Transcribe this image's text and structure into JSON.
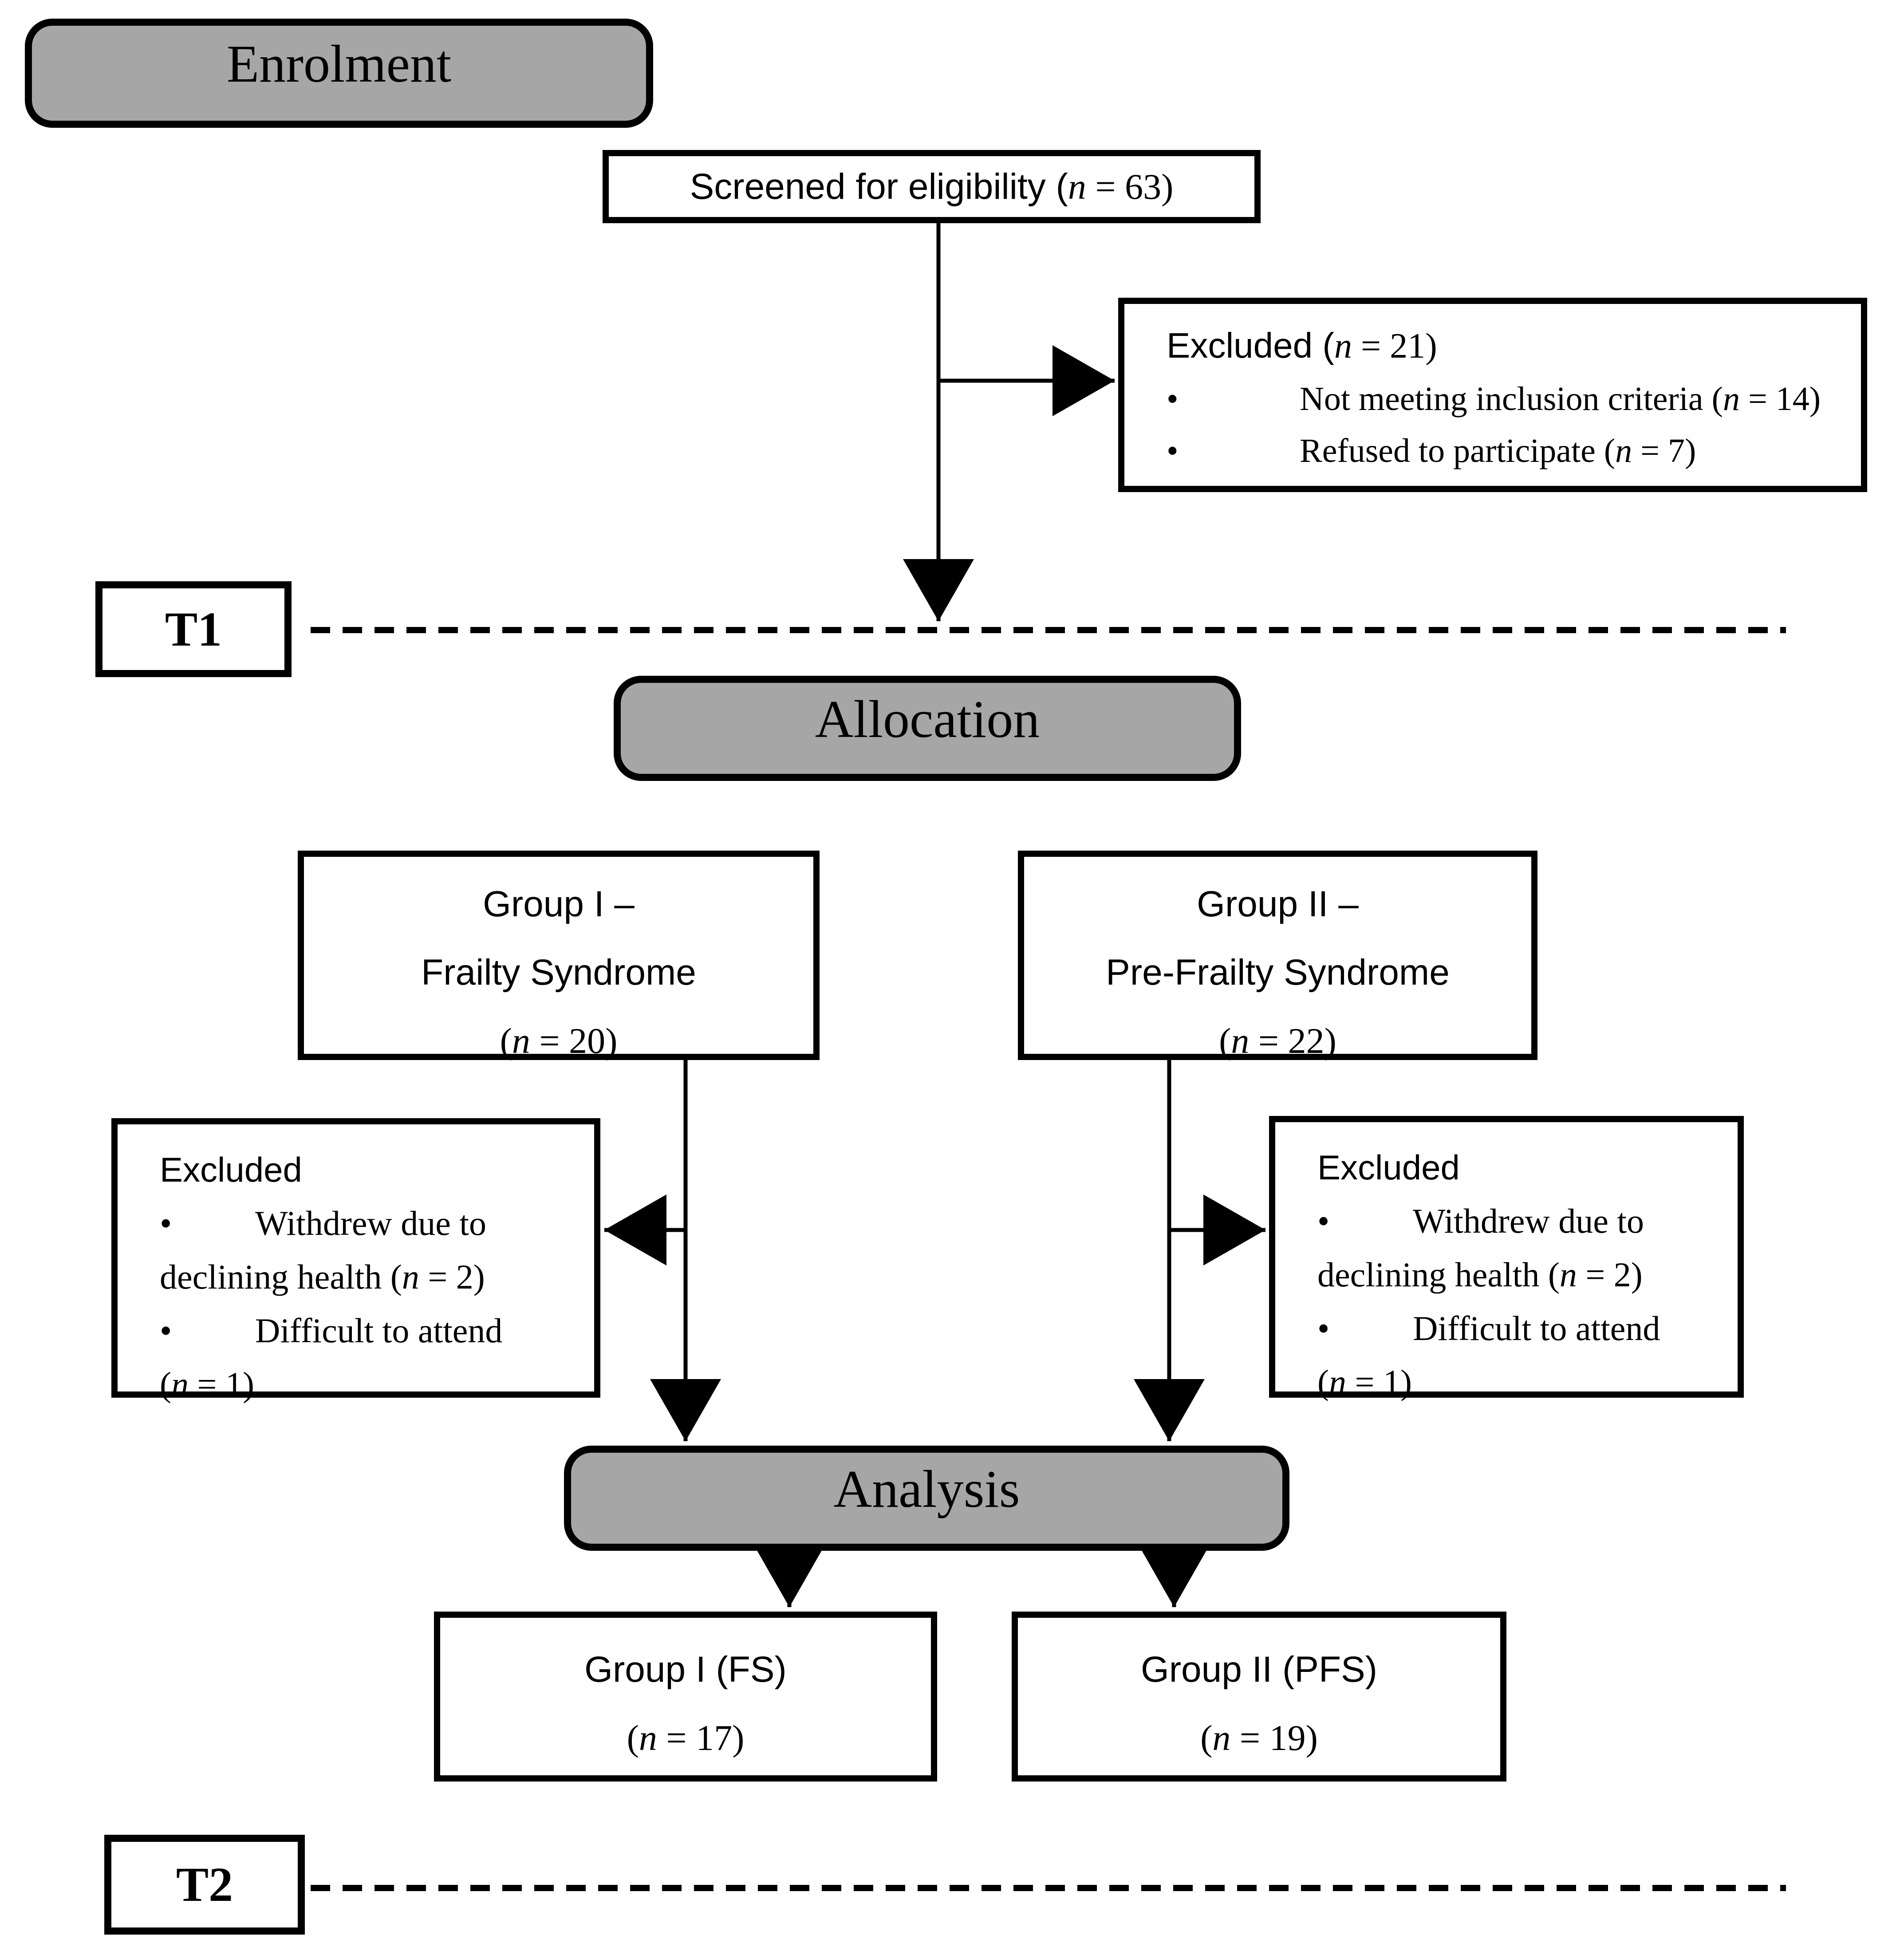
{
  "stages": {
    "enrolment": "Enrolment",
    "allocation": "Allocation",
    "analysis": "Analysis"
  },
  "timepoints": {
    "t1": "T1",
    "t2": "T2"
  },
  "bullet_glyph": "•",
  "screened": {
    "pre": "Screened for eligibility (",
    "n": "n",
    "post": " = 63)"
  },
  "excluded_top": {
    "title": {
      "pre": "Excluded (",
      "n": "n",
      "post": " = 21)"
    },
    "bullets": [
      {
        "pre": "Not meeting inclusion criteria (",
        "n": "n",
        "post": " = 14)"
      },
      {
        "pre": "Refused to participate (",
        "n": "n",
        "post": " = 7)"
      }
    ]
  },
  "group1": {
    "line1": "Group I –",
    "line2": "Frailty Syndrome",
    "count": {
      "pre": "(",
      "n": "n",
      "post": " = 20)"
    }
  },
  "group2": {
    "line1": "Group II –",
    "line2": "Pre-Frailty Syndrome",
    "count": {
      "pre": "(",
      "n": "n",
      "post": " = 22)"
    }
  },
  "excluded_left": {
    "title": "Excluded",
    "lines": [
      {
        "bullet": true,
        "pre": "Withdrew due to",
        "n": "",
        "post": ""
      },
      {
        "bullet": false,
        "pre": "declining health (",
        "n": "n",
        "post": " = 2)"
      },
      {
        "bullet": true,
        "pre": "Difficult to attend",
        "n": "",
        "post": ""
      },
      {
        "bullet": false,
        "pre": "(",
        "n": "n",
        "post": " = 1)"
      }
    ]
  },
  "excluded_right": {
    "title": "Excluded",
    "lines": [
      {
        "bullet": true,
        "pre": "Withdrew due to",
        "n": "",
        "post": ""
      },
      {
        "bullet": false,
        "pre": "declining health (",
        "n": "n",
        "post": " = 2)"
      },
      {
        "bullet": true,
        "pre": "Difficult to attend",
        "n": "",
        "post": ""
      },
      {
        "bullet": false,
        "pre": "(",
        "n": "n",
        "post": " = 1)"
      }
    ]
  },
  "final1": {
    "line1": "Group I (FS)",
    "count": {
      "pre": "(",
      "n": "n",
      "post": " = 17)"
    }
  },
  "final2": {
    "line1": "Group II (PFS)",
    "count": {
      "pre": "(",
      "n": "n",
      "post": " = 19)"
    }
  },
  "colors": {
    "stage_fill": "#a6a6a6",
    "border": "#000000",
    "background": "#ffffff"
  }
}
